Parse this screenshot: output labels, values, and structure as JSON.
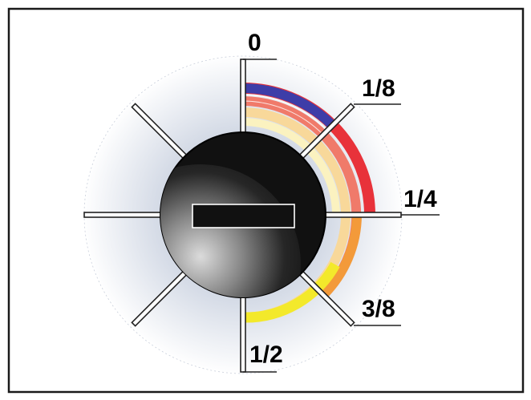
{
  "dial": {
    "position_labels": [
      "0",
      "1/8",
      "1/4",
      "3/8",
      "1/2"
    ]
  },
  "colors": {
    "border": "#1a1a1a",
    "knob": "#111111",
    "halo": "#cfd6e2",
    "arc_blue": "#3d3da8",
    "arc_red": "#e8323a",
    "arc_orange": "#f39a3a",
    "arc_yellow": "#f3e92b",
    "arc_cream": "#fbf2c0"
  }
}
